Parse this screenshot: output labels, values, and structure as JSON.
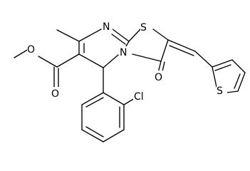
{
  "molecule": {
    "atoms": {
      "N_ring1": "N",
      "N_ring2": "N",
      "S_thiazole": "S",
      "S_thiophene": "S",
      "O_ketone": "O",
      "O_ester_carbonyl": "O",
      "O_ester_ether": "O",
      "Cl": "Cl"
    }
  }
}
